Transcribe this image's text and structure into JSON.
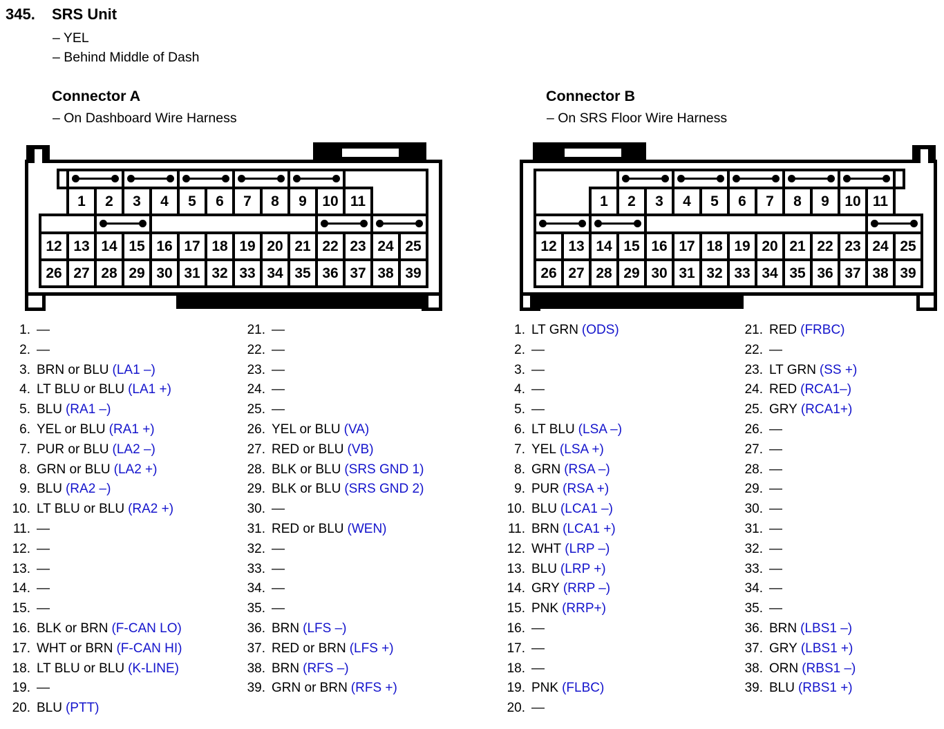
{
  "page": {
    "item_number": "345.",
    "title": "SRS Unit",
    "notes": [
      "– YEL",
      "– Behind Middle of Dash"
    ]
  },
  "colors": {
    "signal_blue": "#1414cc",
    "text": "#000000"
  },
  "connectors": [
    {
      "id": "A",
      "heading": "Connector A",
      "subheading": "– On Dashboard Wire Harness",
      "tab_side": "right",
      "row1_indent_cells": 1,
      "row1_pins": [
        "1",
        "2",
        "3",
        "4",
        "5",
        "6",
        "7",
        "8",
        "9",
        "10",
        "11"
      ],
      "row2_pins": [
        "12",
        "13",
        "14",
        "15",
        "16",
        "17",
        "18",
        "19",
        "20",
        "21",
        "22",
        "23",
        "24",
        "25"
      ],
      "row3_pins": [
        "26",
        "27",
        "28",
        "29",
        "30",
        "31",
        "32",
        "33",
        "34",
        "35",
        "36",
        "37",
        "38",
        "39"
      ],
      "top_jumper_pairs": [
        [
          1,
          2
        ],
        [
          3,
          4
        ],
        [
          5,
          6
        ],
        [
          7,
          8
        ],
        [
          9,
          10
        ]
      ],
      "mid_jumper_pairs": [
        [
          14,
          15
        ],
        [
          22,
          23
        ],
        [
          24,
          25
        ]
      ],
      "pin_list_col1": [
        {
          "pin": "1.",
          "wire": "—",
          "signal": ""
        },
        {
          "pin": "2.",
          "wire": "—",
          "signal": ""
        },
        {
          "pin": "3.",
          "wire": "BRN or BLU",
          "signal": "(LA1 –)"
        },
        {
          "pin": "4.",
          "wire": "LT BLU or BLU",
          "signal": "(LA1 +)"
        },
        {
          "pin": "5.",
          "wire": "BLU",
          "signal": "(RA1 –)"
        },
        {
          "pin": "6.",
          "wire": "YEL or BLU",
          "signal": "(RA1 +)"
        },
        {
          "pin": "7.",
          "wire": "PUR or BLU",
          "signal": "(LA2 –)"
        },
        {
          "pin": "8.",
          "wire": "GRN or BLU",
          "signal": "(LA2 +)"
        },
        {
          "pin": "9.",
          "wire": "BLU",
          "signal": "(RA2 –)"
        },
        {
          "pin": "10.",
          "wire": "LT BLU or BLU",
          "signal": "(RA2 +)"
        },
        {
          "pin": "11.",
          "wire": "—",
          "signal": ""
        },
        {
          "pin": "12.",
          "wire": "—",
          "signal": ""
        },
        {
          "pin": "13.",
          "wire": "—",
          "signal": ""
        },
        {
          "pin": "14.",
          "wire": "—",
          "signal": ""
        },
        {
          "pin": "15.",
          "wire": "—",
          "signal": ""
        },
        {
          "pin": "16.",
          "wire": "BLK or BRN",
          "signal": "(F-CAN LO)"
        },
        {
          "pin": "17.",
          "wire": "WHT or BRN",
          "signal": "(F-CAN HI)"
        },
        {
          "pin": "18.",
          "wire": "LT BLU or BLU",
          "signal": "(K-LINE)"
        },
        {
          "pin": "19.",
          "wire": "—",
          "signal": ""
        },
        {
          "pin": "20.",
          "wire": "BLU",
          "signal": "(PTT)"
        }
      ],
      "pin_list_col2": [
        {
          "pin": "21.",
          "wire": "—",
          "signal": ""
        },
        {
          "pin": "22.",
          "wire": "—",
          "signal": ""
        },
        {
          "pin": "23.",
          "wire": "—",
          "signal": ""
        },
        {
          "pin": "24.",
          "wire": "—",
          "signal": ""
        },
        {
          "pin": "25.",
          "wire": "—",
          "signal": ""
        },
        {
          "pin": "26.",
          "wire": "YEL or BLU",
          "signal": "(VA)"
        },
        {
          "pin": "27.",
          "wire": "RED or BLU",
          "signal": "(VB)"
        },
        {
          "pin": "28.",
          "wire": "BLK or BLU",
          "signal": "(SRS GND 1)"
        },
        {
          "pin": "29.",
          "wire": "BLK or BLU",
          "signal": "(SRS GND 2)"
        },
        {
          "pin": "30.",
          "wire": "—",
          "signal": ""
        },
        {
          "pin": "31.",
          "wire": "RED or BLU",
          "signal": "(WEN)"
        },
        {
          "pin": "32.",
          "wire": "—",
          "signal": ""
        },
        {
          "pin": "33.",
          "wire": "—",
          "signal": ""
        },
        {
          "pin": "34.",
          "wire": "—",
          "signal": ""
        },
        {
          "pin": "35.",
          "wire": "—",
          "signal": ""
        },
        {
          "pin": "36.",
          "wire": "BRN",
          "signal": "(LFS –)"
        },
        {
          "pin": "37.",
          "wire": "RED or BRN",
          "signal": "(LFS +)"
        },
        {
          "pin": "38.",
          "wire": "BRN",
          "signal": "(RFS –)"
        },
        {
          "pin": "39.",
          "wire": "GRN or BRN",
          "signal": "(RFS +)"
        }
      ]
    },
    {
      "id": "B",
      "heading": "Connector B",
      "subheading": "– On SRS Floor Wire Harness",
      "tab_side": "left",
      "row1_indent_cells": 2,
      "row1_pins": [
        "1",
        "2",
        "3",
        "4",
        "5",
        "6",
        "7",
        "8",
        "9",
        "10",
        "11"
      ],
      "row2_pins": [
        "12",
        "13",
        "14",
        "15",
        "16",
        "17",
        "18",
        "19",
        "20",
        "21",
        "22",
        "23",
        "24",
        "25"
      ],
      "row3_pins": [
        "26",
        "27",
        "28",
        "29",
        "30",
        "31",
        "32",
        "33",
        "34",
        "35",
        "36",
        "37",
        "38",
        "39"
      ],
      "top_jumper_pairs": [
        [
          2,
          3
        ],
        [
          4,
          5
        ],
        [
          6,
          7
        ],
        [
          8,
          9
        ],
        [
          10,
          11
        ]
      ],
      "mid_jumper_pairs": [
        [
          12,
          13
        ],
        [
          14,
          15
        ],
        [
          24,
          25
        ]
      ],
      "pin_list_col1": [
        {
          "pin": "1.",
          "wire": "LT GRN",
          "signal": "(ODS)"
        },
        {
          "pin": "2.",
          "wire": "—",
          "signal": ""
        },
        {
          "pin": "3.",
          "wire": "—",
          "signal": ""
        },
        {
          "pin": "4.",
          "wire": "—",
          "signal": ""
        },
        {
          "pin": "5.",
          "wire": "—",
          "signal": ""
        },
        {
          "pin": "6.",
          "wire": "LT BLU",
          "signal": "(LSA –)"
        },
        {
          "pin": "7.",
          "wire": "YEL",
          "signal": "(LSA +)"
        },
        {
          "pin": "8.",
          "wire": "GRN",
          "signal": "(RSA –)"
        },
        {
          "pin": "9.",
          "wire": "PUR",
          "signal": "(RSA +)"
        },
        {
          "pin": "10.",
          "wire": "BLU",
          "signal": "(LCA1 –)"
        },
        {
          "pin": "11.",
          "wire": "BRN",
          "signal": "(LCA1 +)"
        },
        {
          "pin": "12.",
          "wire": "WHT",
          "signal": "(LRP –)"
        },
        {
          "pin": "13.",
          "wire": "BLU",
          "signal": "(LRP +)"
        },
        {
          "pin": "14.",
          "wire": "GRY",
          "signal": "(RRP –)"
        },
        {
          "pin": "15.",
          "wire": "PNK",
          "signal": "(RRP+)"
        },
        {
          "pin": "16.",
          "wire": "—",
          "signal": ""
        },
        {
          "pin": "17.",
          "wire": "—",
          "signal": ""
        },
        {
          "pin": "18.",
          "wire": "—",
          "signal": ""
        },
        {
          "pin": "19.",
          "wire": "PNK",
          "signal": "(FLBC)"
        },
        {
          "pin": "20.",
          "wire": "—",
          "signal": ""
        }
      ],
      "pin_list_col2": [
        {
          "pin": "21.",
          "wire": "RED",
          "signal": "(FRBC)"
        },
        {
          "pin": "22.",
          "wire": "—",
          "signal": ""
        },
        {
          "pin": "23.",
          "wire": "LT GRN",
          "signal": "(SS +)"
        },
        {
          "pin": "24.",
          "wire": "RED",
          "signal": "(RCA1–)"
        },
        {
          "pin": "25.",
          "wire": "GRY",
          "signal": "(RCA1+)"
        },
        {
          "pin": "26.",
          "wire": "—",
          "signal": ""
        },
        {
          "pin": "27.",
          "wire": "—",
          "signal": ""
        },
        {
          "pin": "28.",
          "wire": "—",
          "signal": ""
        },
        {
          "pin": "29.",
          "wire": "—",
          "signal": ""
        },
        {
          "pin": "30.",
          "wire": "—",
          "signal": ""
        },
        {
          "pin": "31.",
          "wire": "—",
          "signal": ""
        },
        {
          "pin": "32.",
          "wire": "—",
          "signal": ""
        },
        {
          "pin": "33.",
          "wire": "—",
          "signal": ""
        },
        {
          "pin": "34.",
          "wire": "—",
          "signal": ""
        },
        {
          "pin": "35.",
          "wire": "—",
          "signal": ""
        },
        {
          "pin": "36.",
          "wire": "BRN",
          "signal": "(LBS1 –)"
        },
        {
          "pin": "37.",
          "wire": "GRY",
          "signal": "(LBS1 +)"
        },
        {
          "pin": "38.",
          "wire": "ORN",
          "signal": "(RBS1 –)"
        },
        {
          "pin": "39.",
          "wire": "BLU",
          "signal": "(RBS1 +)"
        }
      ]
    }
  ]
}
